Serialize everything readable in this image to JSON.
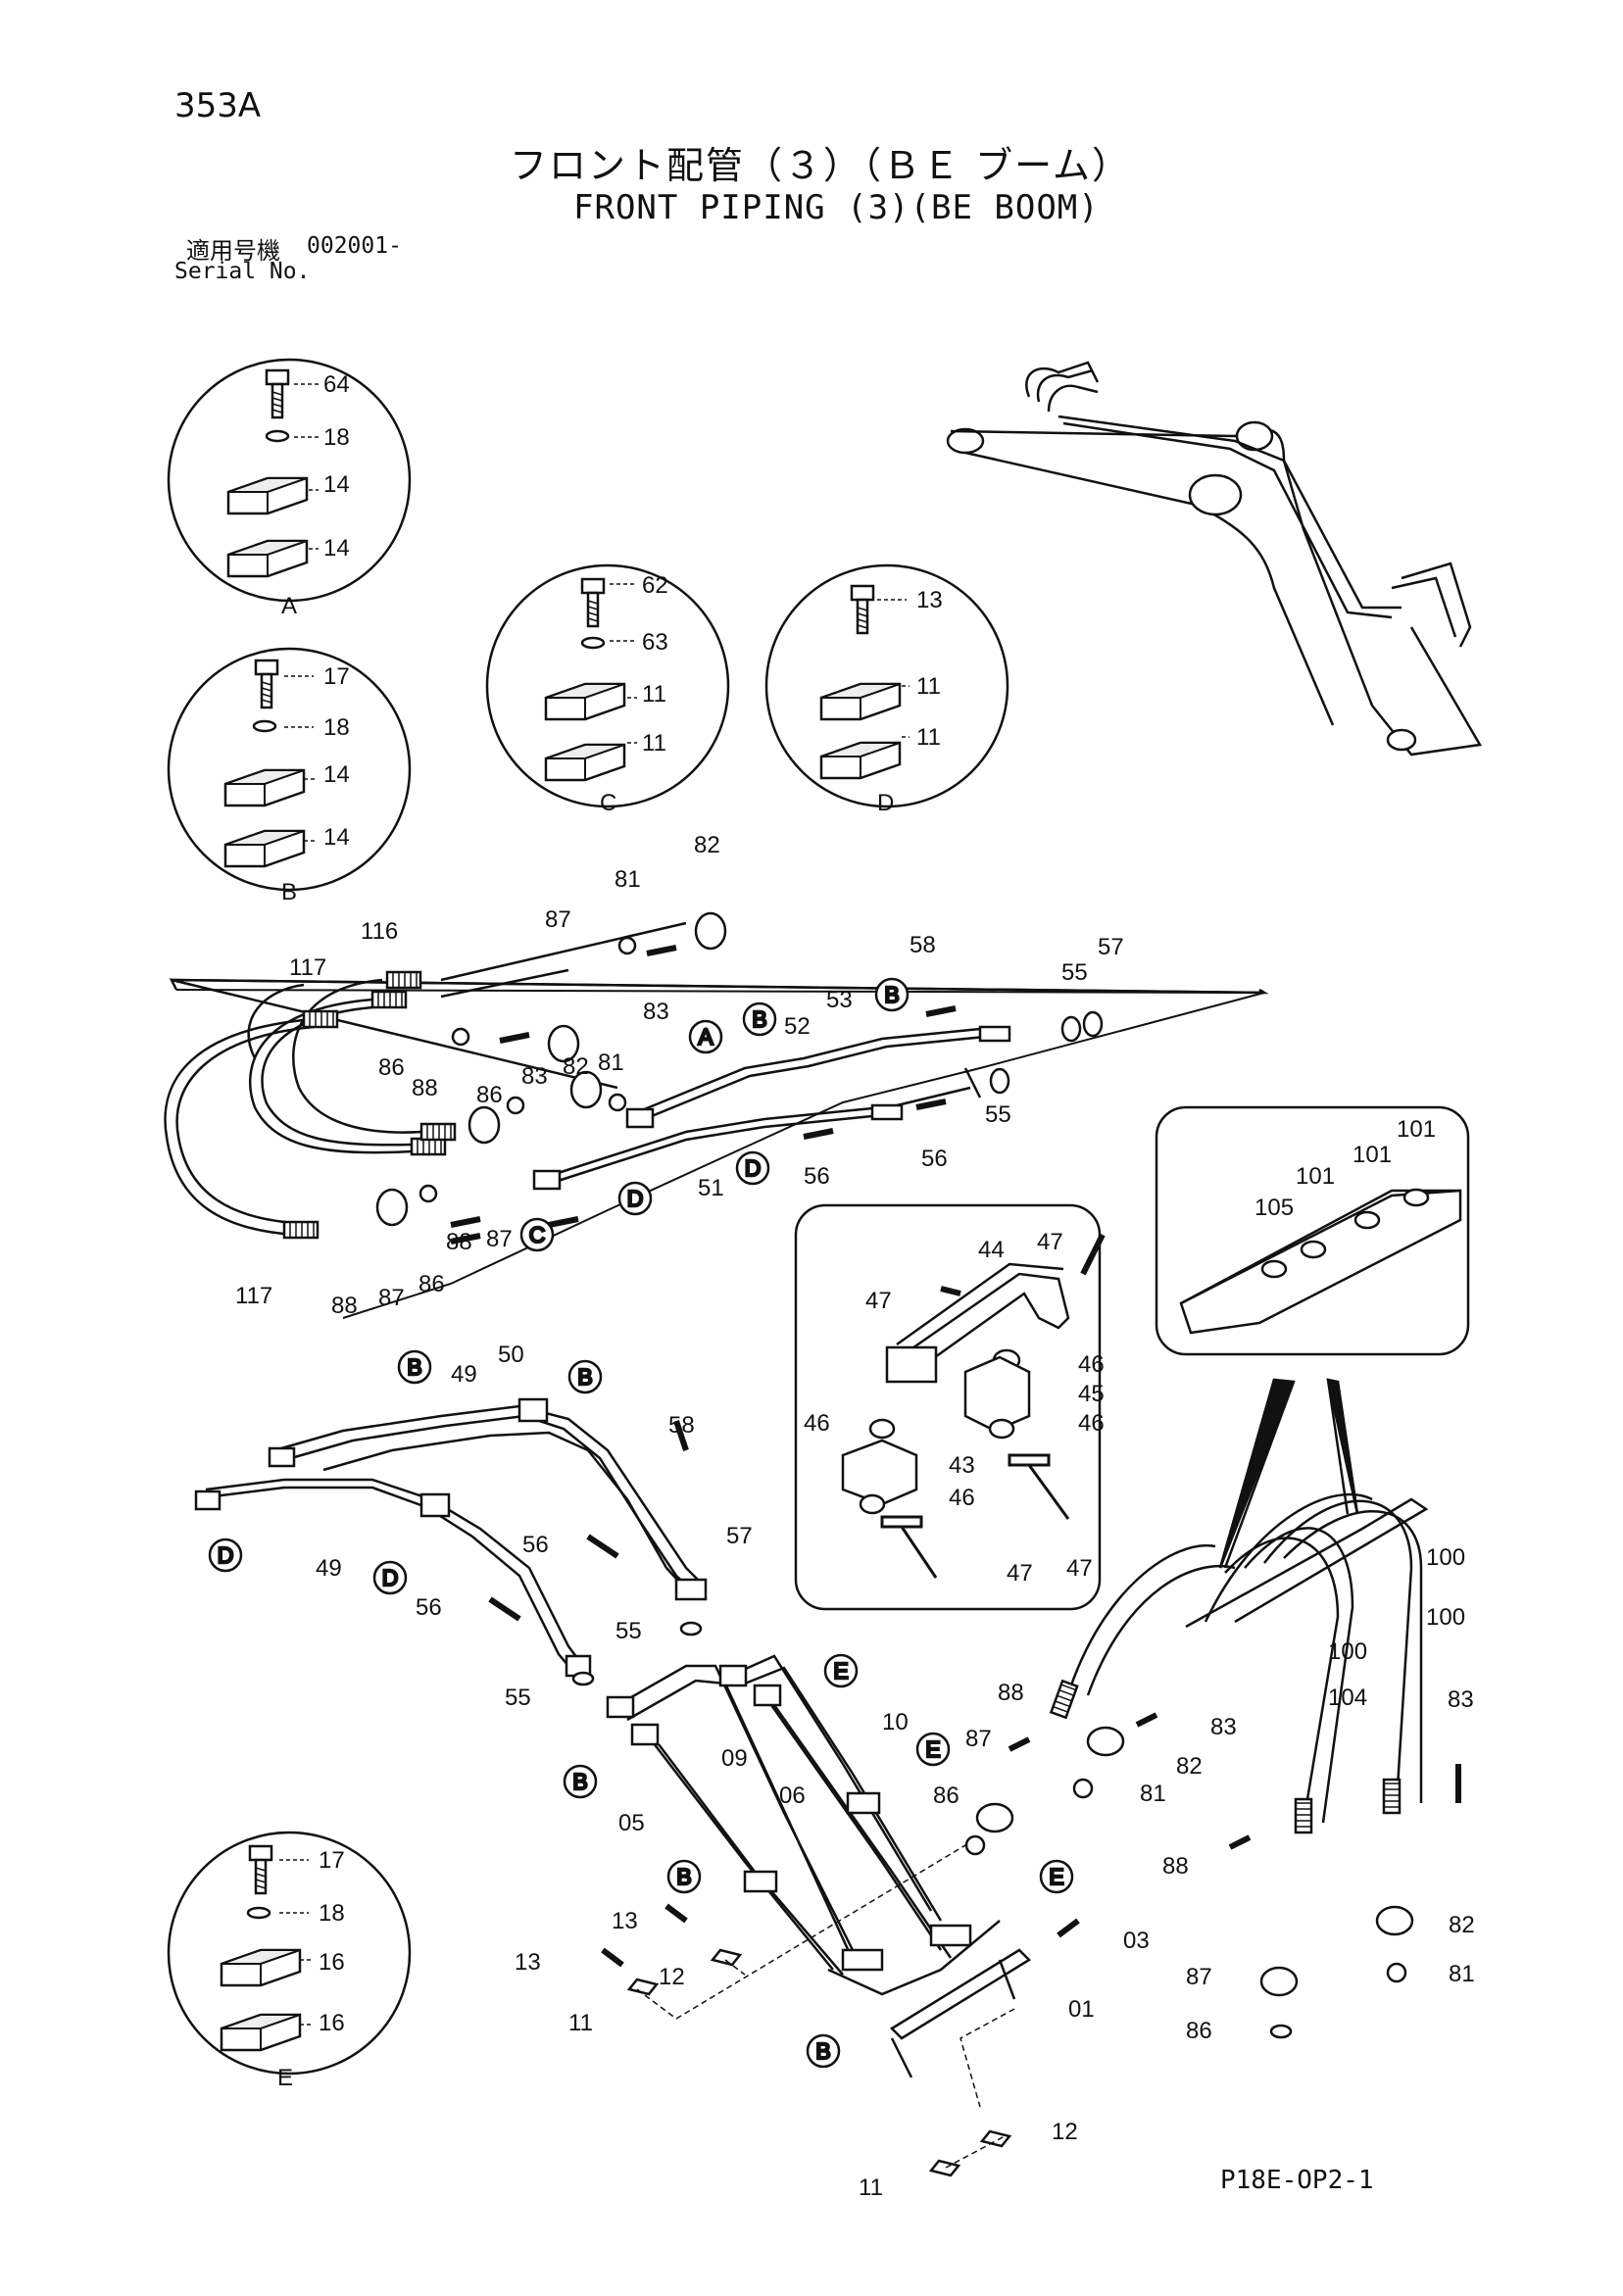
{
  "header": {
    "page_number": "353A",
    "title_jp": "フロント配管（３）（ＢＥ ブーム）",
    "title_en": "FRONT PIPING (3)(BE BOOM)",
    "serial_label_jp": "適用号機",
    "serial_value": "002001-",
    "serial_label_en": "Serial No."
  },
  "footer": {
    "code": "P18E-OP2-1"
  },
  "details": {
    "A": {
      "letter": "A",
      "parts": [
        "64",
        "18",
        "14",
        "14"
      ]
    },
    "B": {
      "letter": "B",
      "parts": [
        "17",
        "18",
        "14",
        "14"
      ]
    },
    "C": {
      "letter": "C",
      "parts": [
        "62",
        "63",
        "11",
        "11"
      ]
    },
    "D": {
      "letter": "D",
      "parts": [
        "13",
        "11",
        "11"
      ]
    },
    "E": {
      "letter": "E",
      "parts": [
        "17",
        "18",
        "16",
        "16"
      ]
    }
  },
  "callouts": {
    "upper": [
      "116",
      "117",
      "87",
      "81",
      "82",
      "83",
      "86",
      "88",
      "83",
      "82",
      "81",
      "86",
      "88",
      "87",
      "86",
      "88",
      "87",
      "117",
      "58",
      "57",
      "55",
      "55",
      "56",
      "56",
      "52",
      "53",
      "51"
    ],
    "middle": [
      "49",
      "50",
      "49",
      "58",
      "56",
      "57",
      "56",
      "55",
      "55"
    ],
    "inset": [
      "44",
      "47",
      "47",
      "46",
      "45",
      "46",
      "46",
      "43",
      "46",
      "47",
      "47"
    ],
    "connector": [
      "101",
      "101",
      "101",
      "105"
    ],
    "lower": [
      "100",
      "100",
      "100",
      "104",
      "88",
      "83",
      "87",
      "82",
      "86",
      "81",
      "83",
      "82",
      "81",
      "88",
      "87",
      "86",
      "10",
      "09",
      "06",
      "05",
      "13",
      "13",
      "12",
      "11",
      "03",
      "01",
      "12",
      "11"
    ],
    "circle_labels": [
      "A",
      "B",
      "B",
      "C",
      "D",
      "D",
      "B",
      "B",
      "D",
      "D",
      "E",
      "B",
      "E",
      "B",
      "E",
      "B"
    ]
  }
}
